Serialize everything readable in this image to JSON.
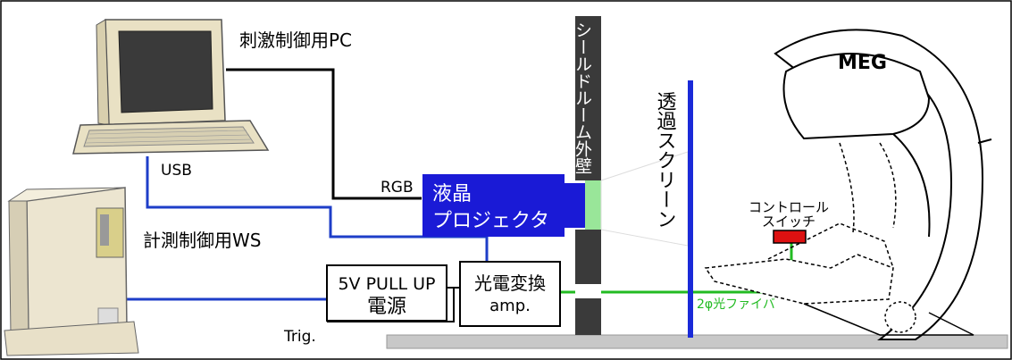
{
  "labels": {
    "stim_pc": "刺激制御用PC",
    "usb": "USB",
    "rgb": "RGB",
    "projector": [
      "液晶",
      "プロジェクタ"
    ],
    "meas_ws": "計測制御用WS",
    "pullup_title": "5V PULL UP",
    "pullup_sub": "電源",
    "photo_title": "光電変換",
    "photo_sub": "amp.",
    "trig": "Trig.",
    "shield_wall": "シールドルーム外壁",
    "screen": "透過スクリーン",
    "meg": "MEG",
    "control_switch": [
      "コントロール",
      "スイッチ"
    ],
    "fiber": "2φ光ファイバ"
  },
  "colors": {
    "usb_line": "#1e3ec8",
    "projector": "#1a1ad6",
    "fiber": "#22bb22",
    "wall": "#3a3a3a",
    "screen": "#1a2ad8",
    "switch": "#dd1111",
    "floor": "#c8c8c8"
  }
}
